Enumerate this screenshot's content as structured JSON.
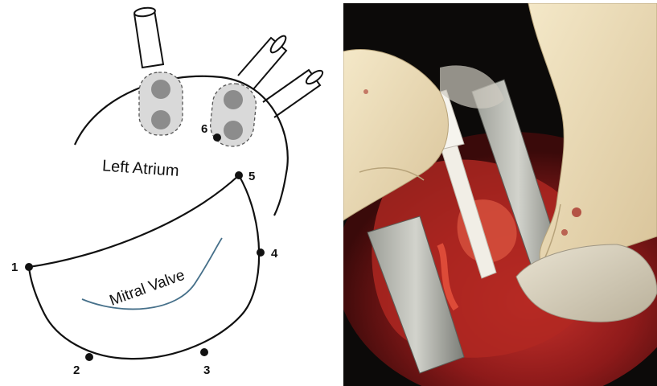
{
  "diagram": {
    "atrium_label": "Left Atrium",
    "valve_label": "Mitral Valve",
    "points": [
      "1",
      "2",
      "3",
      "4",
      "5",
      "6"
    ]
  },
  "photo": {
    "subject": "surgical-field-photo"
  }
}
